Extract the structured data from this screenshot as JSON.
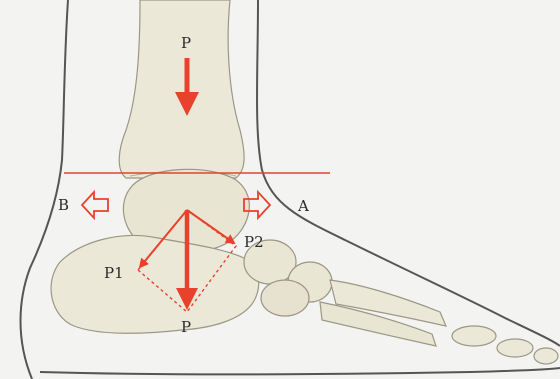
{
  "labels": {
    "p_top": "P",
    "p_bottom": "P",
    "p1": "P1",
    "p2": "P2",
    "a": "A",
    "b": "B"
  },
  "colors": {
    "background": "#f3f3f1",
    "bone_fill": "#ece8d8",
    "bone_stroke": "#9b9785",
    "skin_outline": "#555555",
    "force_arrow": "#e8412c",
    "reference_line": "#e8412c",
    "open_arrow": "#e8412c"
  }
}
